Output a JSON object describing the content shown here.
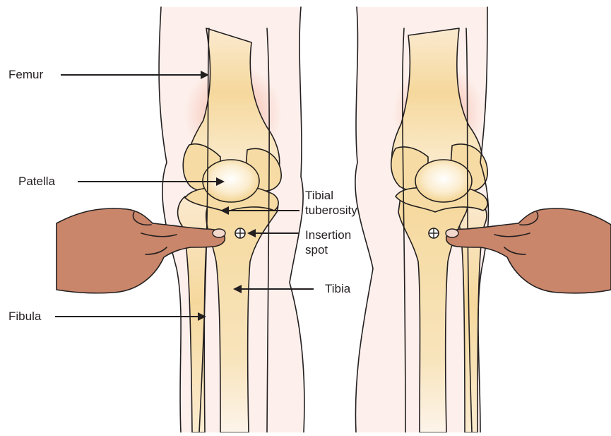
{
  "labels": {
    "femur": "Femur",
    "patella": "Patella",
    "fibula": "Fibula",
    "tibial_tuberosity": "Tibial\ntuberosity",
    "insertion_spot": "Insertion\nspot",
    "tibia": "Tibia"
  },
  "colors": {
    "outline": "#231f20",
    "bone": "#f6dca4",
    "skin": "#fdf0ec",
    "hand": "#c9866a",
    "highlight": "#f4b8a6"
  }
}
